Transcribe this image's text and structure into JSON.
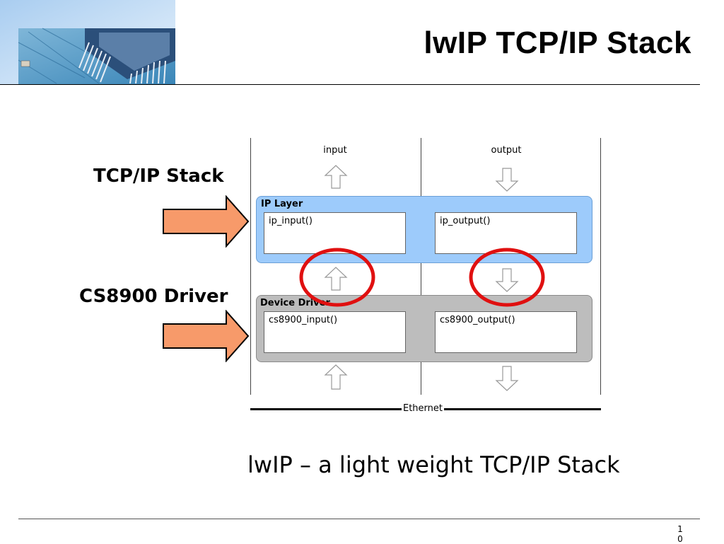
{
  "header": {
    "title": "lwIP TCP/IP Stack"
  },
  "side_labels": {
    "stack": "TCP/IP Stack",
    "driver": "CS8900 Driver"
  },
  "diagram": {
    "input_label": "input",
    "output_label": "output",
    "ip_layer": {
      "title": "IP Layer",
      "input_fn": "ip_input()",
      "output_fn": "ip_output()"
    },
    "device_driver": {
      "title": "Device Driver",
      "input_fn": "cs8900_input()",
      "output_fn": "cs8900_output()"
    },
    "ethernet_label": "Ethernet"
  },
  "caption": "lwIP – a light weight TCP/IP Stack",
  "footer": {
    "page_number": "10"
  },
  "colors": {
    "ip_layer": "#9dcbfb",
    "device_driver": "#bdbdbd",
    "pointer_arrow": "#f79a6a",
    "highlight_circle": "#e01010"
  }
}
